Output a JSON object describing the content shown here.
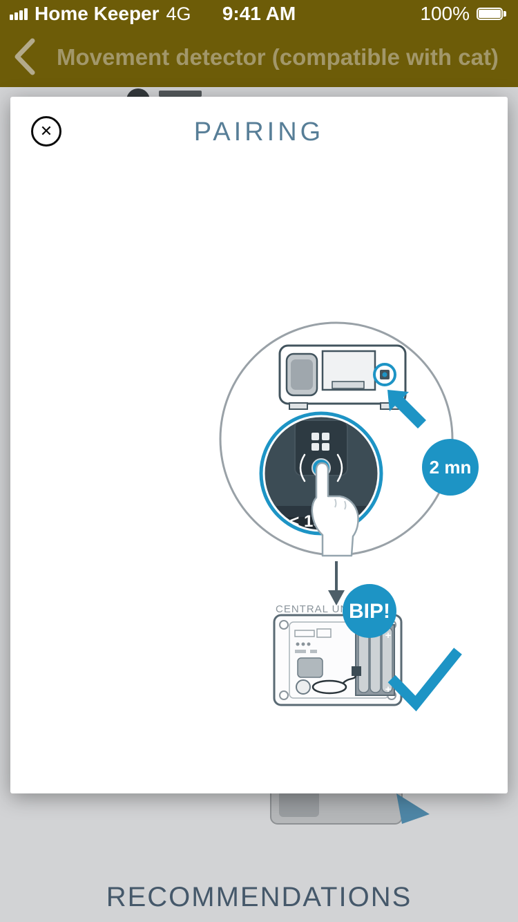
{
  "status_bar": {
    "carrier": "Home Keeper",
    "network": "4G",
    "time": "9:41 AM",
    "battery_percent": "100%"
  },
  "nav": {
    "title": "Movement detector (compatible with cat)"
  },
  "modal": {
    "title": "PAIRING",
    "close_glyph": "✕"
  },
  "illustration": {
    "timer_badge": "2 mn",
    "press_duration": "< 1s",
    "beep_badge": "BIP!",
    "central_unit_label": "CENTRAL UNIT",
    "battery_plus": "+"
  },
  "background_page": {
    "section_title": "RECOMMENDATIONS"
  },
  "colors": {
    "accent_blue": "#1d94c5",
    "header_olive": "#6d5c08",
    "modal_title_color": "#577e97",
    "illustration_slate": "#3c4c55"
  }
}
